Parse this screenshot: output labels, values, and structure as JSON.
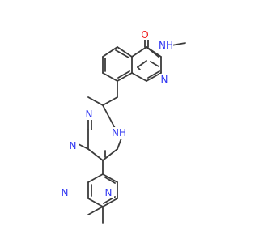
{
  "molecule": {
    "labels": {
      "o": "O",
      "amide_nh": "NH",
      "quinoline_n": "N",
      "amine_nh": "NH",
      "pyrimidine_n_top": "N",
      "pyrimidine_n_bottom": "N",
      "methylpyrimidine_n_left": "N",
      "methylpyrimidine_n_right": "N"
    },
    "colors": {
      "bond": "#3b3b3b",
      "nitrogen": "#2e35f2",
      "oxygen": "#ee1c1c",
      "background": "#ffffff"
    }
  }
}
